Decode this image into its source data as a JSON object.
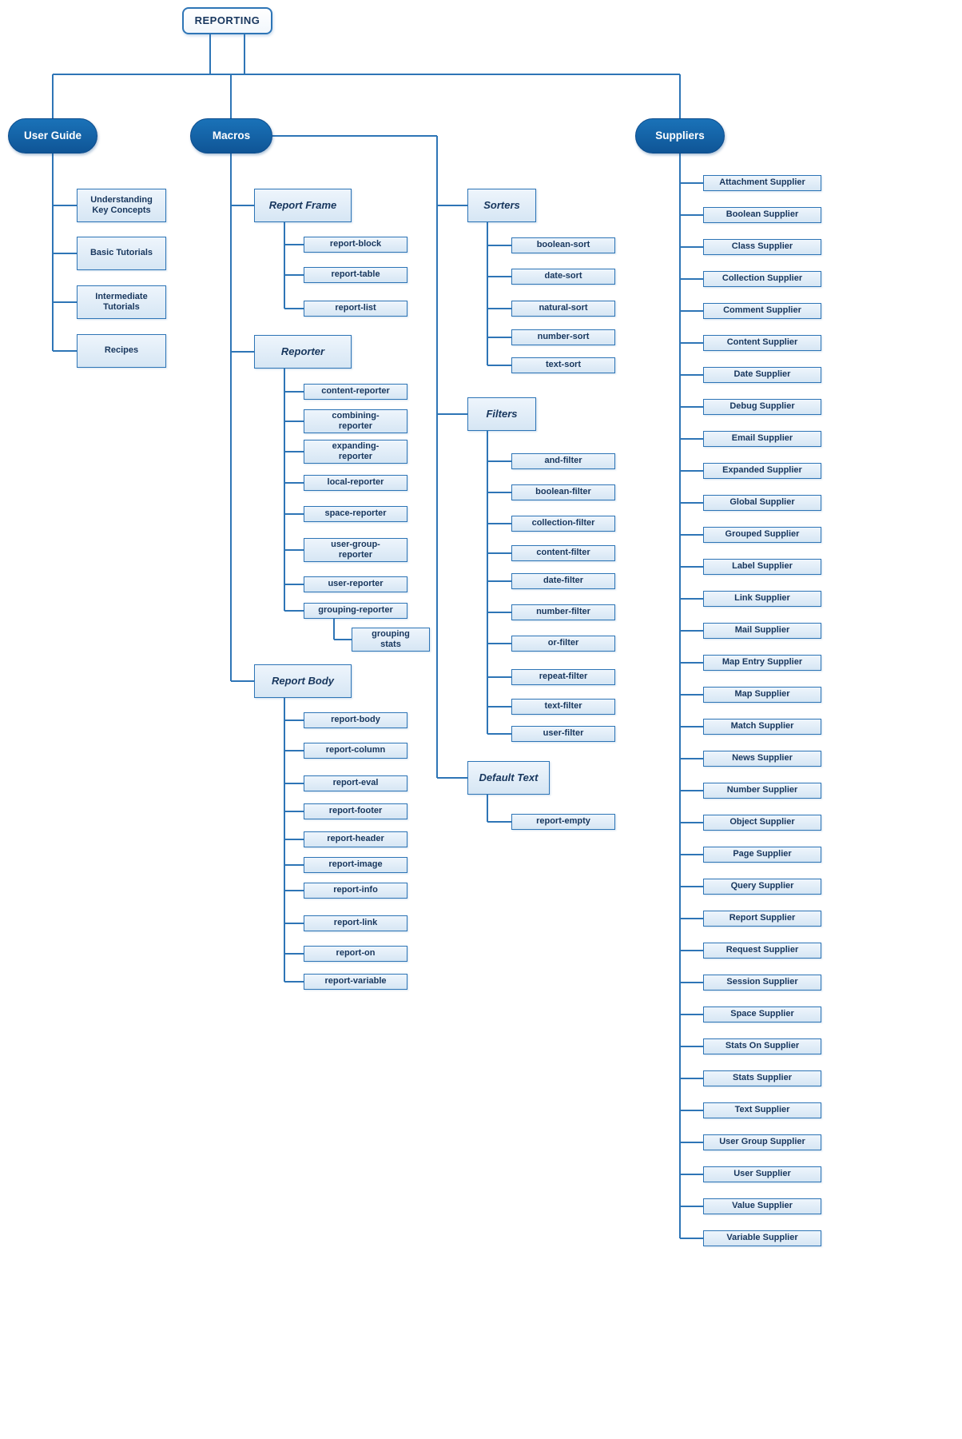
{
  "root": {
    "label": "REPORTING"
  },
  "user_guide": {
    "label": "User Guide",
    "items": [
      "Understanding\nKey Concepts",
      "Basic Tutorials",
      "Intermediate\nTutorials",
      "Recipes"
    ]
  },
  "macros": {
    "label": "Macros",
    "groups": [
      {
        "id": "report-frame",
        "label": "Report Frame",
        "items": [
          "report-block",
          "report-table",
          "report-list"
        ]
      },
      {
        "id": "reporter",
        "label": "Reporter",
        "items": [
          "content-reporter",
          "combining-\nreporter",
          "expanding-\nreporter",
          "local-reporter",
          "space-reporter",
          "user-group-\nreporter",
          "user-reporter",
          "grouping-reporter"
        ],
        "subitem": {
          "parent_label": "grouping-reporter",
          "label": "grouping\nstats"
        }
      },
      {
        "id": "report-body",
        "label": "Report Body",
        "items": [
          "report-body",
          "report-column",
          "report-eval",
          "report-footer",
          "report-header",
          "report-image",
          "report-info",
          "report-link",
          "report-on",
          "report-variable"
        ]
      },
      {
        "id": "sorters",
        "label": "Sorters",
        "items": [
          "boolean-sort",
          "date-sort",
          "natural-sort",
          "number-sort",
          "text-sort"
        ]
      },
      {
        "id": "filters",
        "label": "Filters",
        "items": [
          "and-filter",
          "boolean-filter",
          "collection-filter",
          "content-filter",
          "date-filter",
          "number-filter",
          "or-filter",
          "repeat-filter",
          "text-filter",
          "user-filter"
        ]
      },
      {
        "id": "default-text",
        "label": "Default Text",
        "items": [
          "report-empty"
        ]
      }
    ]
  },
  "suppliers": {
    "label": "Suppliers",
    "items": [
      "Attachment Supplier",
      "Boolean Supplier",
      "Class Supplier",
      "Collection Supplier",
      "Comment Supplier",
      "Content Supplier",
      "Date Supplier",
      "Debug Supplier",
      "Email Supplier",
      "Expanded Supplier",
      "Global Supplier",
      "Grouped Supplier",
      "Label Supplier",
      "Link Supplier",
      "Mail Supplier",
      "Map Entry Supplier",
      "Map Supplier",
      "Match Supplier",
      "News Supplier",
      "Number Supplier",
      "Object Supplier",
      "Page Supplier",
      "Query Supplier",
      "Report Supplier",
      "Request Supplier",
      "Session Supplier",
      "Space Supplier",
      "Stats On Supplier",
      "Stats Supplier",
      "Text Supplier",
      "User Group Supplier",
      "User Supplier",
      "Value Supplier",
      "Variable Supplier"
    ]
  },
  "colors": {
    "line": "#2e75b6",
    "branch_fill": "#1365a9",
    "node_border": "#2e75b6",
    "node_fill": "#d6e6f4",
    "node_text": "#17365d"
  }
}
